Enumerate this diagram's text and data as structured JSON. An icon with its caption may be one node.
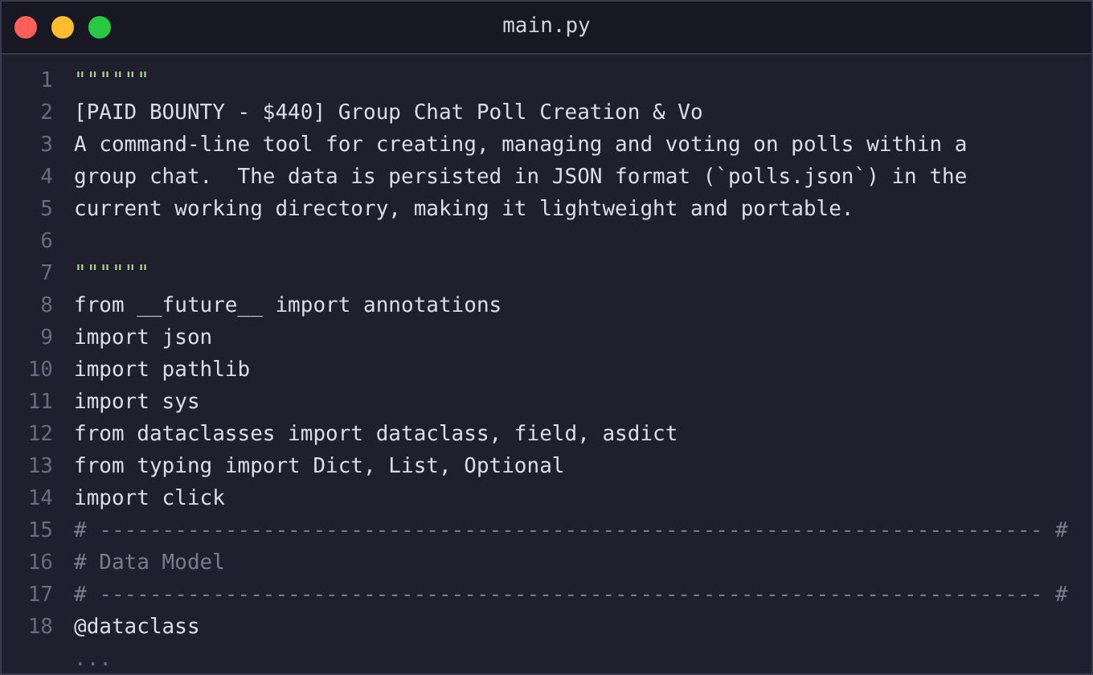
{
  "diagram": {
    "title": "main.py",
    "labels": [
      "1",
      "\"\"\"\"\"\"",
      "2",
      "[PAID BOUNTY - $440] Group Chat Poll Creation & Vo",
      "3",
      "A command-line tool for creating, managing and voting on polls within a",
      "4",
      "group chat.  The data is persisted in JSON format (`polls.json`) in the",
      "5",
      "current working directory, making it lightweight and portable.",
      "6",
      "7",
      "\"\"\"\"\"\"",
      "8",
      "from __future__ import annotations",
      "9",
      "import json",
      "10",
      "import pathlib",
      "11",
      "import sys",
      "12",
      "from dataclasses import dataclass, field, asdict",
      "13",
      "from typing import Dict, List, Optional",
      "14",
      "import click",
      "15",
      "# --------------------------------------------------------------------------- #",
      "16",
      "# Data Model",
      "17",
      "# --------------------------------------------------------------------------- #",
      "18",
      "@dataclass",
      "..."
    ]
  }
}
